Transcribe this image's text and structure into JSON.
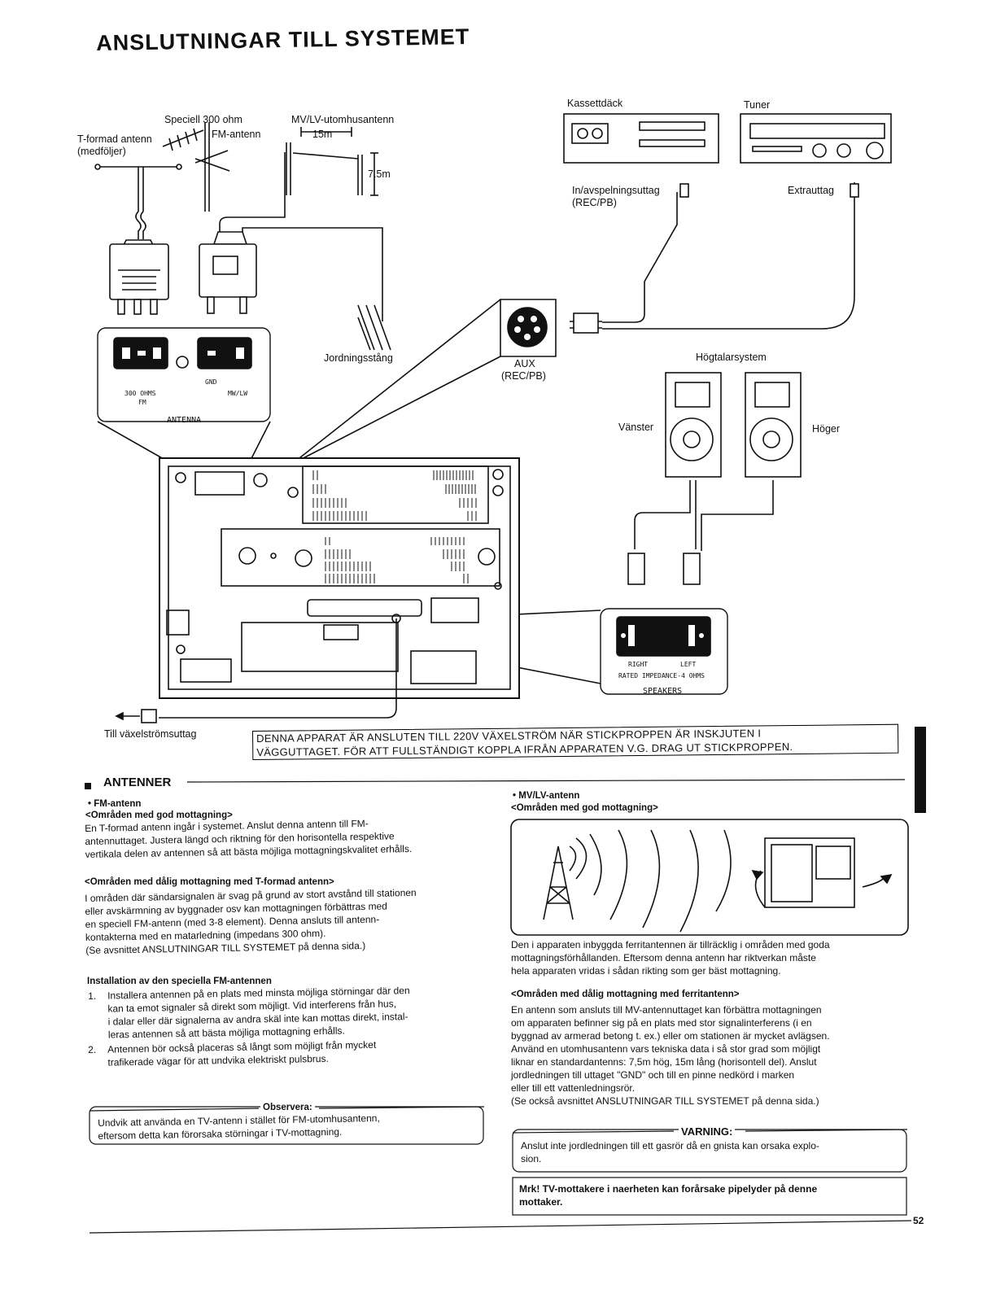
{
  "page": {
    "title": "ANSLUTNINGAR TILL SYSTEMET",
    "page_number": "52"
  },
  "diagram": {
    "speciell_label": "Speciell 300 ohm",
    "fm_antenna_label": "FM-antenn",
    "t_antenna_label_1": "T-formad antenn",
    "t_antenna_label_2": "(medföljer)",
    "mwlw_label": "MV/LV-utomhusantenn",
    "dim_15m": "15m",
    "dim_75m": "7.5m",
    "grounding_rod": "Jordningsstång",
    "cassette_label": "Kassettdäck",
    "tuner_label": "Tuner",
    "rec_pb_jack_1": "In/avspelningsuttag",
    "rec_pb_jack_2": "(REC/PB)",
    "extra_jack": "Extrauttag",
    "aux_label_1": "AUX",
    "aux_label_2": "(REC/PB)",
    "speaker_system": "Högtalarsystem",
    "left_label": "Vänster",
    "right_label": "Höger",
    "panel_300": "300 OHMS",
    "panel_fm": "FM",
    "panel_gnd": "GND",
    "panel_mwlw": "MW/LW",
    "panel_antenna": "ANTENNA",
    "spk_right": "RIGHT",
    "spk_left": "LEFT",
    "spk_rated": "RATED IMPEDANCE-4 OHMS",
    "spk_speakers": "SPEAKERS",
    "mains_outlet": "Till växelströmsuttag"
  },
  "warning_box": {
    "line1": "DENNA APPARAT ÄR ANSLUTEN TILL 220V VÄXELSTRÖM NÄR STICKPROPPEN ÄR INSKJUTEN I",
    "line2": "VÄGGUTTAGET. FÖR ATT FULLSTÄNDIGT KOPPLA IFRÅN APPARATEN V.G. DRAG UT STICKPROPPEN."
  },
  "left_col": {
    "section": "ANTENNER",
    "fm_heading": "FM-antenn",
    "good_heading": "<Områden med god mottagning>",
    "good_text": [
      "En T-formad antenn ingår i systemet. Anslut denna antenn till FM-",
      "antennuttaget. Justera längd och riktning för den horisontella respektive",
      "vertikala delen av antennen så att bästa möjliga mottagningskvalitet erhålls."
    ],
    "poor_heading": "<Områden med dålig mottagning med T-formad antenn>",
    "poor_text": [
      "I områden där sändarsignalen är svag på grund av stort avstånd till stationen",
      "eller avskärmning av byggnader osv kan mottagningen förbättras med",
      "en speciell FM-antenn (med 3-8 element). Denna ansluts till antenn-",
      "kontakterna med en matarledning (impedans 300 ohm).",
      "(Se avsnittet ANSLUTNINGAR TILL SYSTEMET på denna sida.)"
    ],
    "install_heading": "Installation av den speciella FM-antennen",
    "install_1": [
      "Installera antennen på en plats med minsta möjliga störningar där den",
      "kan ta emot signaler så direkt som möjligt. Vid interferens från hus,",
      "i dalar eller där signalerna av andra skäl inte kan mottas direkt, instal-",
      "leras antennen så att bästa möjliga mottagning erhålls."
    ],
    "install_2": [
      "Antennen bör också placeras så långt som möjligt från mycket",
      "trafikerade vägar för att undvika elektriskt pulsbrus."
    ],
    "num1": "1.",
    "num2": "2.",
    "observe_heading": "Observera:",
    "observe_text": [
      "Undvik att använda en TV-antenn i stället för FM-utomhusantenn,",
      "eftersom detta kan förorsaka störningar i TV-mottagning."
    ]
  },
  "right_col": {
    "mw_heading": "MV/LV-antenn",
    "good_heading": "<Områden med god mottagning>",
    "good_text": [
      "Den i apparaten inbyggda ferritantennen är tillräcklig i områden med goda",
      "mottagningsförhållanden. Eftersom denna antenn har riktverkan måste",
      "hela apparaten vridas i sådan rikting som ger bäst mottagning."
    ],
    "poor_heading": "<Områden med dålig mottagning med ferritantenn>",
    "poor_text": [
      "En antenn som ansluts till MV-antennuttaget kan förbättra mottagningen",
      "om apparaten befinner sig på en plats med stor signalinterferens (i en",
      "byggnad av armerad betong t. ex.) eller om stationen är mycket avlägsen.",
      "Använd en utomhusantenn vars tekniska data i så stor grad som möjligt",
      "liknar en standardantenns: 7,5m hög, 15m lång (horisontell del). Anslut",
      "jordledningen till uttaget \"GND\" och till en pinne nedkörd i marken",
      "eller till ett vattenledningsrör.",
      "(Se också avsnittet ANSLUTNINGAR TILL SYSTEMET på denna sida.)"
    ],
    "varning_heading": "VARNING:",
    "varning_text": [
      "Anslut inte jordledningen till ett gasrör då en gnista kan orsaka explo-",
      "sion."
    ],
    "mrk_text": [
      "Mrk! TV-mottakere i naerheten kan forårsake pipelyder på denne",
      "mottaker."
    ]
  }
}
